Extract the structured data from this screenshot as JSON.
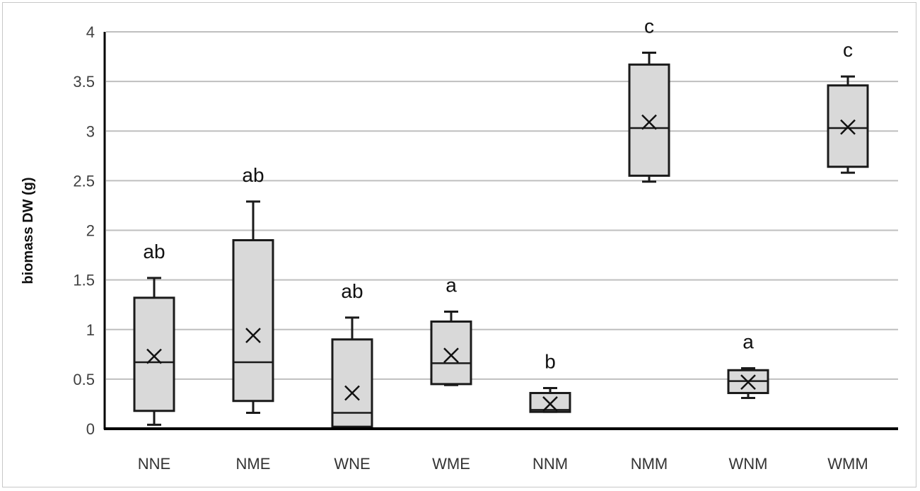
{
  "chart_data": {
    "type": "box",
    "title": "",
    "xlabel": "",
    "ylabel": "biomass DW (g)",
    "ylim": [
      0,
      4
    ],
    "yticks": [
      "0",
      "0.5",
      "1",
      "1.5",
      "2",
      "2.5",
      "3",
      "3.5",
      "4"
    ],
    "grid": true,
    "legend": null,
    "categories": [
      "NNE",
      "NME",
      "WNE",
      "WME",
      "NNM",
      "NMM",
      "WNM",
      "WMM"
    ],
    "boxes": [
      {
        "category": "NNE",
        "min": 0.04,
        "q1": 0.18,
        "median": 0.67,
        "q3": 1.32,
        "max": 1.52,
        "mean": 0.73,
        "letter": "ab"
      },
      {
        "category": "NME",
        "min": 0.16,
        "q1": 0.28,
        "median": 0.67,
        "q3": 1.9,
        "max": 2.29,
        "mean": 0.94,
        "letter": "ab"
      },
      {
        "category": "WNE",
        "min": 0.01,
        "q1": 0.02,
        "median": 0.16,
        "q3": 0.9,
        "max": 1.12,
        "mean": 0.36,
        "letter": "ab"
      },
      {
        "category": "WME",
        "min": 0.44,
        "q1": 0.45,
        "median": 0.66,
        "q3": 1.08,
        "max": 1.18,
        "mean": 0.74,
        "letter": "a"
      },
      {
        "category": "NNM",
        "min": 0.17,
        "q1": 0.17,
        "median": 0.19,
        "q3": 0.36,
        "max": 0.41,
        "mean": 0.25,
        "letter": "b"
      },
      {
        "category": "NMM",
        "min": 2.49,
        "q1": 2.55,
        "median": 3.03,
        "q3": 3.67,
        "max": 3.79,
        "mean": 3.09,
        "letter": "c"
      },
      {
        "category": "WNM",
        "min": 0.31,
        "q1": 0.36,
        "median": 0.48,
        "q3": 0.59,
        "max": 0.61,
        "mean": 0.47,
        "letter": "a"
      },
      {
        "category": "WMM",
        "min": 2.58,
        "q1": 2.64,
        "median": 3.03,
        "q3": 3.46,
        "max": 3.55,
        "mean": 3.04,
        "letter": "c"
      }
    ],
    "style": {
      "box_fill": "#d9d9d9",
      "box_stroke": "#1a1a1a",
      "grid_color": "#bfbfbf",
      "axis_color": "#000000",
      "mean_marker": "x"
    }
  }
}
